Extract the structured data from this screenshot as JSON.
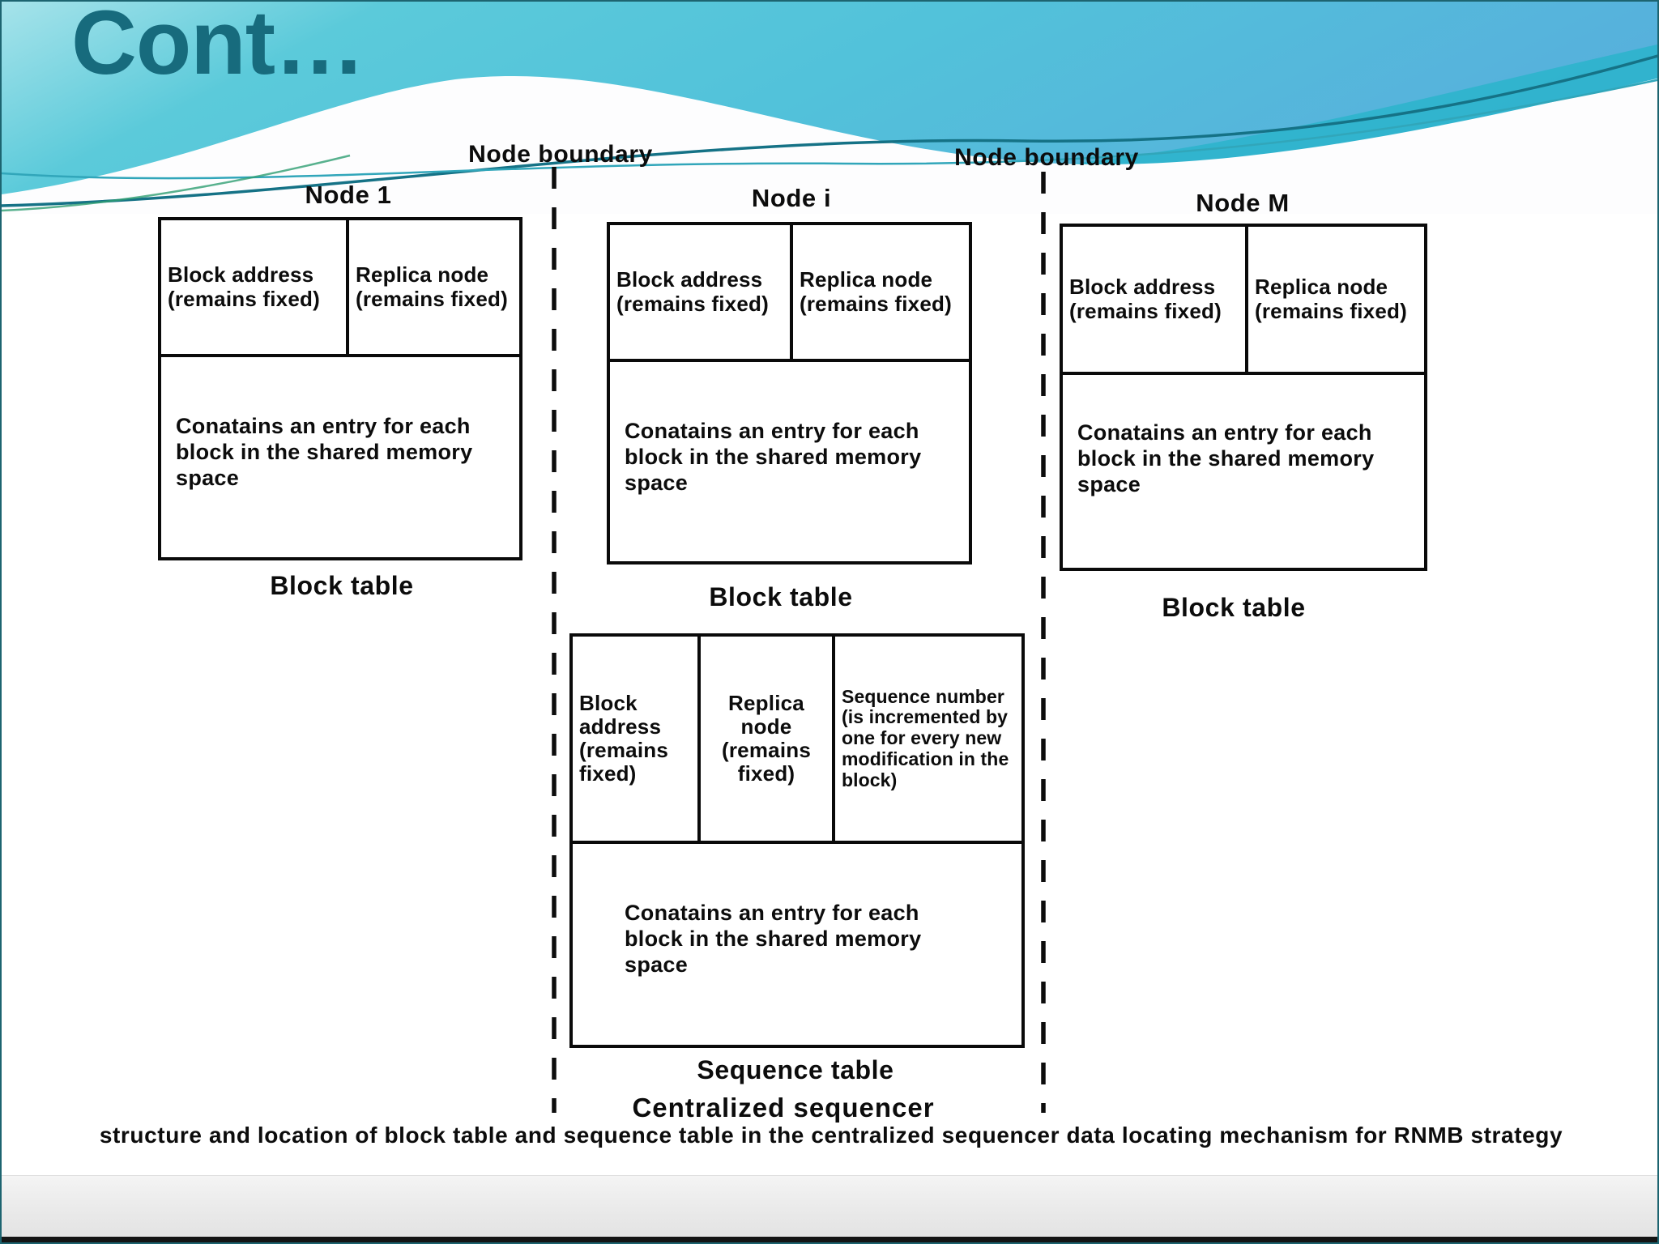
{
  "slide": {
    "title": "Cont…",
    "caption": "structure and location of block table and sequence table in the centralized sequencer data locating mechanism for RNMB strategy"
  },
  "boundaries": {
    "left_label": "Node boundary",
    "right_label": "Node boundary"
  },
  "nodes": [
    {
      "title": "Node 1",
      "block_address": "Block address (remains fixed)",
      "replica_node": "Replica node (remains fixed)",
      "body": "Conatains an entry for each block in the shared memory space",
      "table_label": "Block table"
    },
    {
      "title": "Node i",
      "block_address": "Block address (remains fixed)",
      "replica_node": "Replica node (remains fixed)",
      "body": "Conatains an entry for each block in the shared memory space",
      "table_label": "Block table"
    },
    {
      "title": "Node M",
      "block_address": "Block address (remains fixed)",
      "replica_node": "Replica node (remains fixed)",
      "body": "Conatains an entry for each block in the shared memory space",
      "table_label": "Block table"
    }
  ],
  "sequencer": {
    "label": "Centralized sequencer",
    "table_label": "Sequence table",
    "columns": [
      "Block address (remains fixed)",
      "Replica node (remains fixed)",
      "Sequence number (is incremented by one for every new modification in the block)"
    ],
    "body": "Conatains an entry for each block in the shared memory space"
  },
  "colors": {
    "title_text": "#176b7d",
    "diagram_line": "#0a0a0a",
    "header_gradient_left": "#a6e3ea",
    "header_gradient_mid": "#53c6d9",
    "header_gradient_right": "#57b0dc",
    "wave_band": "#2db4cc",
    "footer_band": "#e9e9e9"
  }
}
